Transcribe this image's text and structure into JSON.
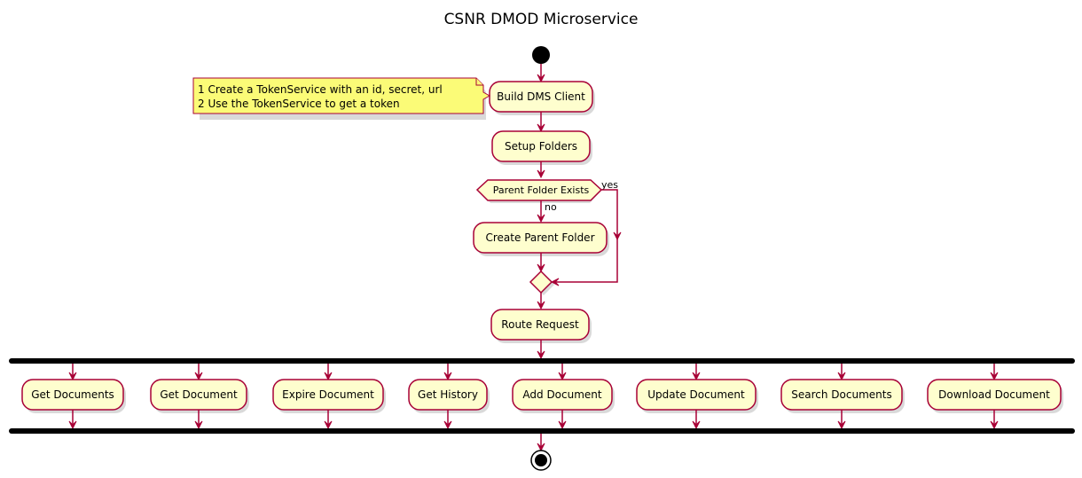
{
  "title": "CSNR DMOD Microservice",
  "nodes": {
    "build_client": "Build DMS Client",
    "setup_folders": "Setup Folders",
    "decision": "Parent Folder Exists",
    "create_parent": "Create Parent Folder",
    "route_request": "Route Request"
  },
  "guards": {
    "yes": "yes",
    "no": "no"
  },
  "note": {
    "line1": "1 Create a TokenService with an id, secret, url",
    "line2": "2 Use the TokenService to get a token"
  },
  "branches": [
    "Get Documents",
    "Get Document",
    "Expire Document",
    "Get History",
    "Add Document",
    "Update Document",
    "Search Documents",
    "Download Document"
  ],
  "colors": {
    "activity_fill": "#FEFECE",
    "border": "#A80036",
    "note_fill": "#FBFB77",
    "bar": "#000000"
  }
}
